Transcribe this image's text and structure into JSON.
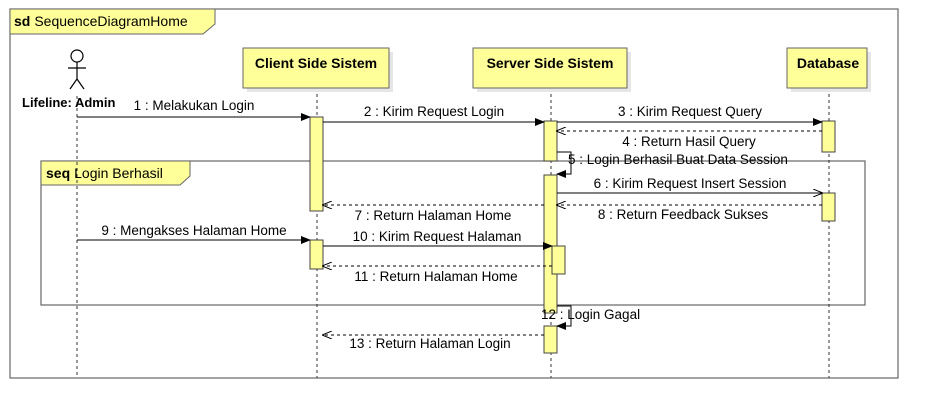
{
  "frame": {
    "keyword": "sd",
    "name": "SequenceDiagramHome"
  },
  "lifelines": {
    "actor": "Lifeline: Admin",
    "client": "Client Side Sistem",
    "server": "Server Side Sistem",
    "database": "Database"
  },
  "fragment": {
    "keyword": "seq",
    "name": "Login Berhasil"
  },
  "messages": [
    "1 : Melakukan Login",
    "2 : Kirim Request Login",
    "3 : Kirim Request Query",
    "4 : Return Hasil Query",
    "5 : Login Berhasil Buat Data Session",
    "6 : Kirim Request Insert Session",
    "7 : Return Halaman Home",
    "8 : Return Feedback Sukses",
    "9 : Mengakses Halaman Home",
    "10 : Kirim Request Halaman",
    "11 : Return Halaman Home",
    "12 : Login Gagal",
    "13 : Return Halaman Login"
  ],
  "colors": {
    "box_fill": "#ffff9a",
    "box_stroke": "#666666",
    "shadow": "#e6e6e6"
  }
}
